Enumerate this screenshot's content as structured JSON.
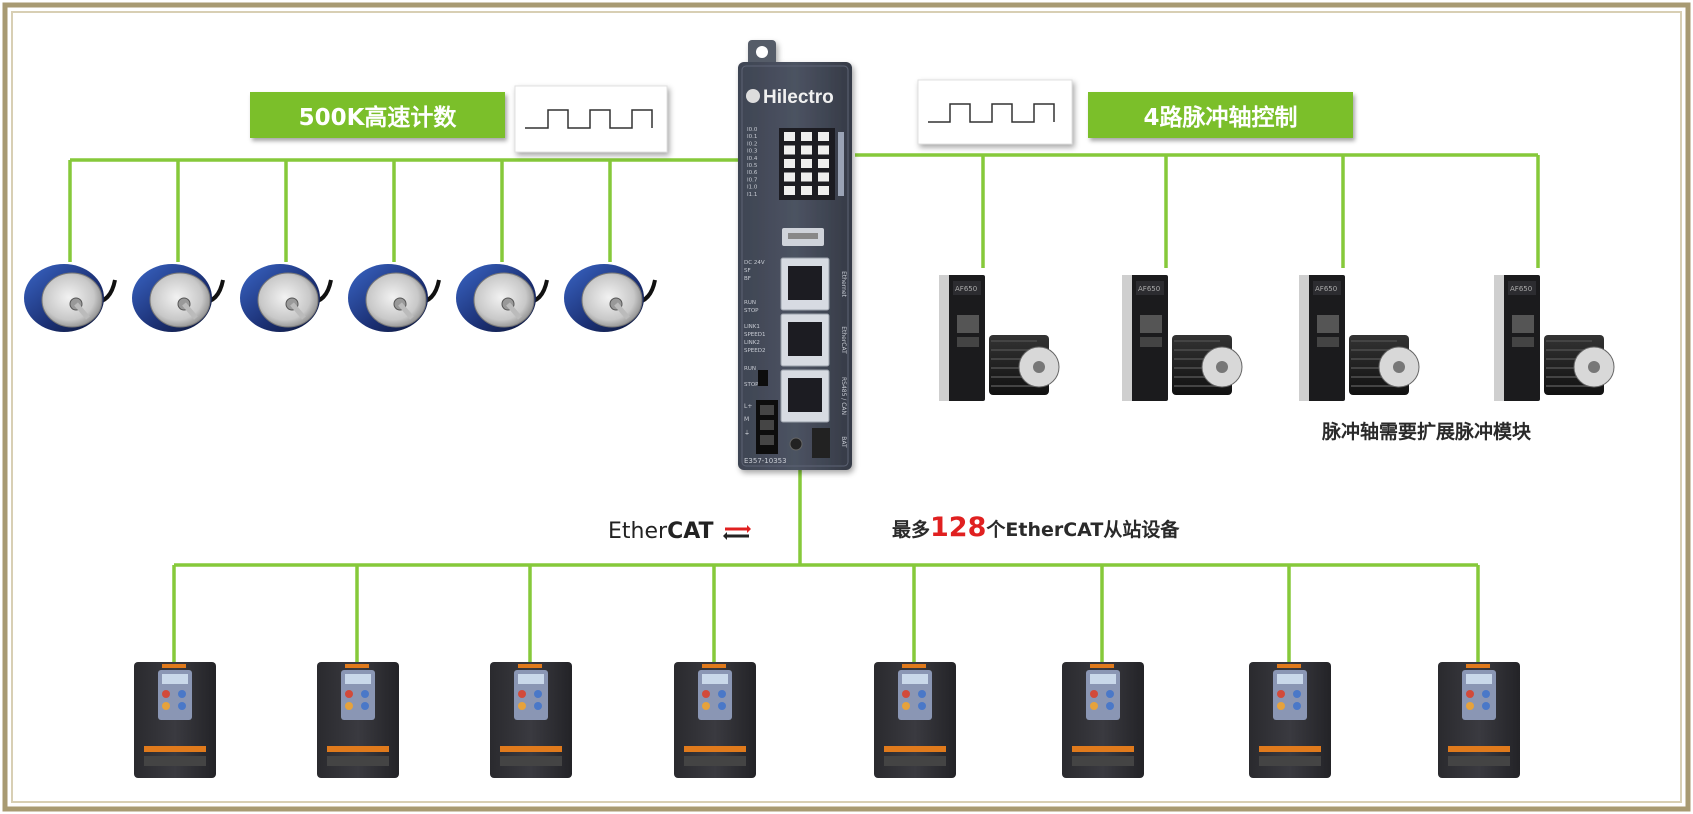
{
  "labels": {
    "counter": "500K高速计数",
    "pulse_axis": "4路脉冲轴控制"
  },
  "notes": {
    "pulse_module": "脉冲轴需要扩展脉冲模块",
    "slaves_prefix": "最多",
    "slaves_count": "128",
    "slaves_suffix": "个EtherCAT从站设备"
  },
  "ethercat_logo": {
    "part1": "Ether",
    "part2": "CAT"
  },
  "controller": {
    "brand": "Hilectro",
    "model": "E357-10353",
    "io_labels": [
      "I0.0",
      "I0.1",
      "I0.2",
      "I0.3",
      "I0.4",
      "I0.5",
      "I0.6",
      "I0.7",
      "I1.0",
      "I1.1"
    ],
    "status_labels": [
      "DC 24V",
      "SF",
      "BF",
      "RUN",
      "STOP",
      "LINK1",
      "SPEED1",
      "LINK2",
      "SPEED2"
    ],
    "port_labels": [
      "Ethernet",
      "EtherCAT",
      "RS485 / CAN"
    ],
    "switch_labels": [
      "RUN",
      "STOP"
    ],
    "power_labels": [
      "L+",
      "M",
      "⏚"
    ],
    "battery_label": "BAT"
  },
  "servo_brand": "AF650",
  "colors": {
    "accent_green": "#7bbf2a",
    "wire_green": "#86c93a",
    "frame_gold": "#a89a72",
    "highlight_red": "#e02020"
  }
}
